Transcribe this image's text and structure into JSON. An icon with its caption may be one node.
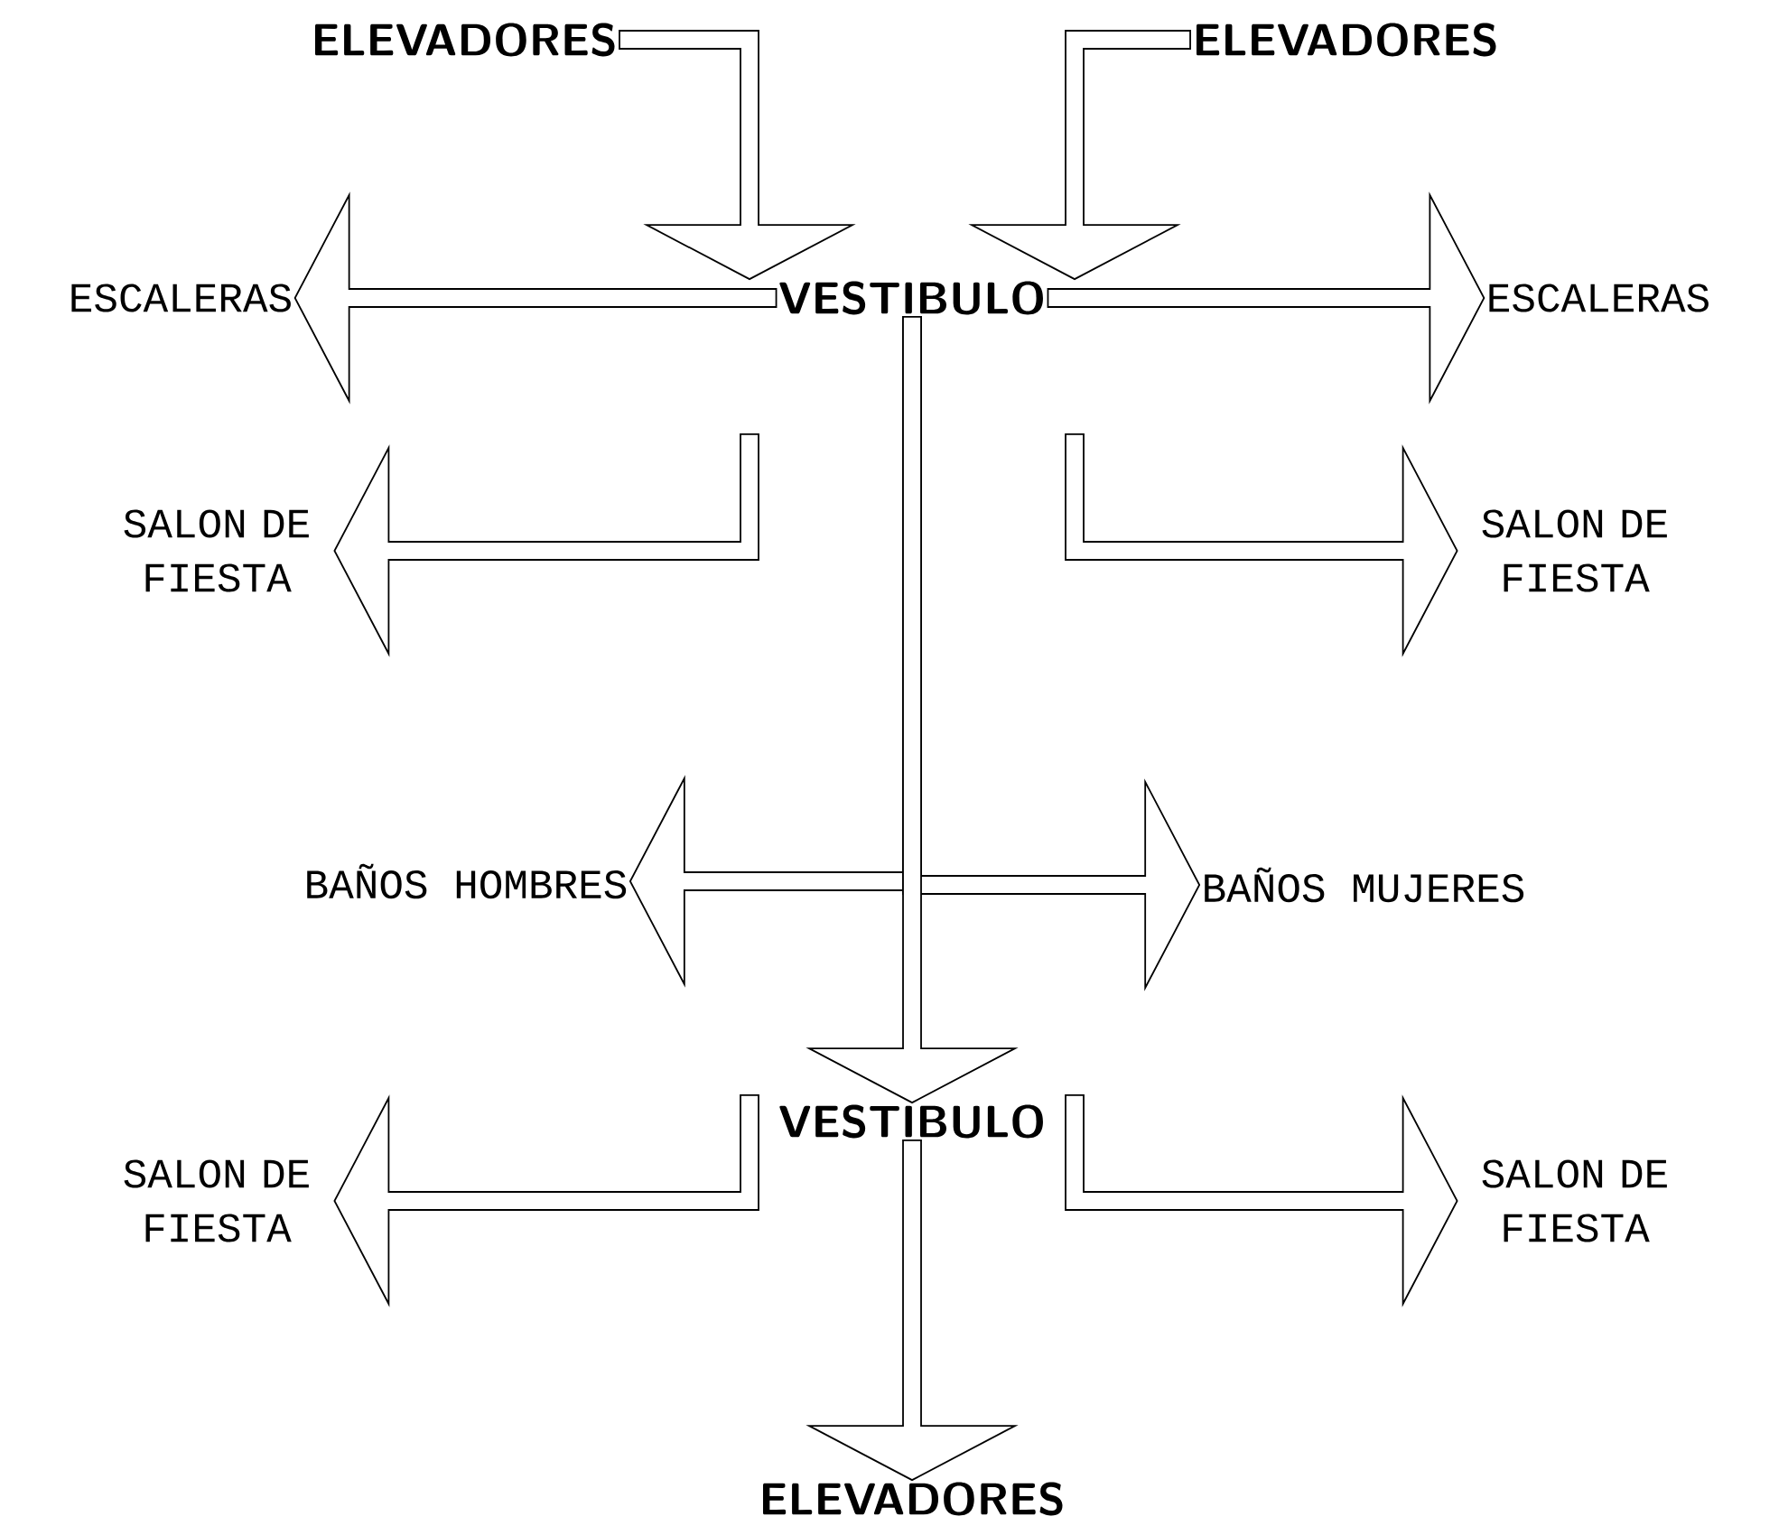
{
  "diagram": {
    "nodes": [
      {
        "text": [
          "ELEVADORES"
        ]
      },
      {
        "text": [
          "ELEVADORES"
        ]
      },
      {
        "text": [
          "VESTIBULO"
        ]
      },
      {
        "text": [
          "ESCALERAS"
        ]
      },
      {
        "text": [
          "ESCALERAS"
        ]
      },
      {
        "text": [
          "SALON DE FIESTA"
        ]
      },
      {
        "text": [
          "SALON DE FIESTA"
        ]
      },
      {
        "text": [
          "BAÑOS HOMBRES"
        ]
      },
      {
        "text": [
          "BAÑOS MUJERES"
        ]
      },
      {
        "text": [
          "VESTIBULO"
        ]
      },
      {
        "text": [
          "SALON DE FIESTA"
        ]
      },
      {
        "text": [
          "SALON DE FIESTA"
        ]
      },
      {
        "text": [
          "ELEVADORES"
        ]
      }
    ],
    "edges": [
      {
        "from": 0,
        "to": 2,
        "arrow": "to"
      },
      {
        "from": 1,
        "to": 2,
        "arrow": "to"
      },
      {
        "from": 2,
        "to": 3,
        "arrow": "to"
      },
      {
        "from": 2,
        "to": 4,
        "arrow": "to"
      },
      {
        "from": 2,
        "to": 5,
        "arrow": "to"
      },
      {
        "from": 2,
        "to": 6,
        "arrow": "to"
      },
      {
        "from": 2,
        "to": 7,
        "arrow": "to"
      },
      {
        "from": 2,
        "to": 8,
        "arrow": "to"
      },
      {
        "from": 2,
        "to": 9,
        "arrow": "to"
      },
      {
        "from": 9,
        "to": 10,
        "arrow": "to"
      },
      {
        "from": 9,
        "to": 11,
        "arrow": "to"
      },
      {
        "from": 9,
        "to": 12,
        "arrow": "to"
      }
    ]
  }
}
